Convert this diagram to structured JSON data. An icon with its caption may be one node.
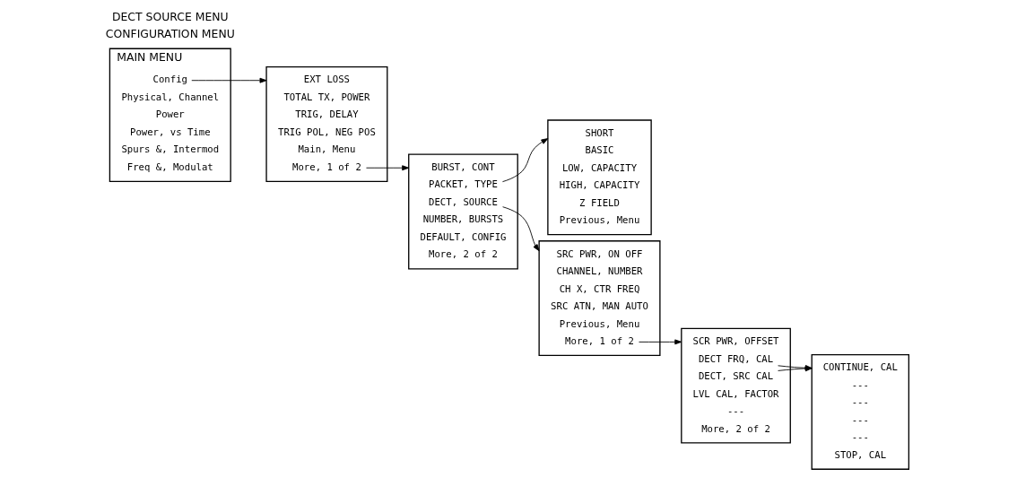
{
  "diagram": {
    "nodes": [
      {
        "text": [
          "MAIN MENU"
        ]
      },
      {
        "text": [
          "Config"
        ],
        "in": 0
      },
      {
        "text": [
          "Physical, Channel"
        ],
        "in": 0
      },
      {
        "text": [
          "Power"
        ],
        "in": 0
      },
      {
        "text": [
          "Power, vs Time"
        ],
        "in": 0
      },
      {
        "text": [
          "Spurs &, Intermod"
        ],
        "in": 0
      },
      {
        "text": [
          "Freq &, Modulat"
        ],
        "in": 0
      },
      {
        "text": [],
        "shape": "box"
      },
      {
        "text": [
          "EXT LOSS"
        ],
        "in": 7
      },
      {
        "text": [
          "TOTAL TX, POWER"
        ],
        "in": 7
      },
      {
        "text": [
          "TRIG, DELAY"
        ],
        "in": 7
      },
      {
        "text": [
          "TRIG POL, NEG POS"
        ],
        "in": 7
      },
      {
        "text": [
          "Main, Menu"
        ],
        "in": 7
      },
      {
        "text": [
          "More, 1 of 2"
        ],
        "in": 7
      },
      {
        "text": [],
        "shape": "box"
      },
      {
        "text": [
          "BURST, CONT"
        ],
        "in": 14
      },
      {
        "text": [
          "DECT, SOURCE"
        ],
        "in": 14
      },
      {
        "text": [
          "PACKET, TYPE"
        ],
        "in": 14
      },
      {
        "text": [
          "NUMBER, BURSTS"
        ],
        "in": 14
      },
      {
        "text": [
          "DEFAULT, CONFIG"
        ],
        "in": 14
      },
      {
        "text": [
          "More, 2 of 2"
        ],
        "in": 14
      },
      {
        "text": [],
        "shape": "box"
      },
      {
        "text": [
          "SRC PWR, ON OFF"
        ],
        "in": 21
      },
      {
        "text": [
          "CHANNEL, NUMBER"
        ],
        "in": 21
      },
      {
        "text": [
          "CH X, CTR FREQ"
        ],
        "in": 21
      },
      {
        "text": [
          "SRC ATN, MAN AUTO"
        ],
        "in": 21
      },
      {
        "text": [
          "Previous, Menu"
        ],
        "in": 21
      },
      {
        "text": [
          "More, 1 of 2"
        ],
        "in": 21
      },
      {
        "text": [],
        "shape": "box"
      },
      {
        "text": [
          "SCR PWR, OFFSET"
        ],
        "in": 28
      },
      {
        "text": [
          "DECT FRQ, CAL"
        ],
        "in": 28
      },
      {
        "text": [
          "DECT, SRC CAL"
        ],
        "in": 28
      },
      {
        "text": [
          "LVL CAL, FACTOR"
        ],
        "in": 28
      },
      {
        "text": [
          "---"
        ],
        "in": 28
      },
      {
        "text": [
          "More, 2 of 2"
        ],
        "in": 28
      },
      {
        "text": [],
        "shape": "box"
      },
      {
        "text": [
          "SHORT"
        ],
        "in": 35
      },
      {
        "text": [
          "BASIC"
        ],
        "in": 35
      },
      {
        "text": [
          "LOW, CAPACITY"
        ],
        "in": 35
      },
      {
        "text": [
          "HIGH, CAPACITY"
        ],
        "in": 35
      },
      {
        "text": [
          "Z FIELD"
        ],
        "in": 35
      },
      {
        "text": [
          "Previous, Menu"
        ],
        "in": 35
      },
      {
        "text": [],
        "shape": "box"
      },
      {
        "text": [
          "CONTINUE, CAL"
        ],
        "in": 42
      },
      {
        "text": [
          "---"
        ],
        "in": 42
      },
      {
        "text": [
          "---"
        ],
        "in": 42
      },
      {
        "text": [
          "---"
        ],
        "in": 42
      },
      {
        "text": [
          "---"
        ],
        "in": 42
      },
      {
        "text": [
          "STOP, CAL"
        ],
        "in": 42
      }
    ],
    "edges": [
      {
        "from": 1,
        "to": 7,
        "arrow": "to"
      },
      {
        "from": 13,
        "to": 14,
        "arrow": "to"
      },
      {
        "from": 16,
        "to": 21,
        "arrow": "to"
      },
      {
        "from": 17,
        "to": 35,
        "arrow": "to"
      },
      {
        "from": 27,
        "to": 28,
        "arrow": "to"
      },
      {
        "from": 30,
        "to": 42,
        "arrow": "to"
      },
      {
        "from": 31,
        "to": 42,
        "arrow": "to"
      }
    ],
    "labels": [
      "CONFIGURATION MENU",
      "DECT SOURCE MENU"
    ]
  }
}
